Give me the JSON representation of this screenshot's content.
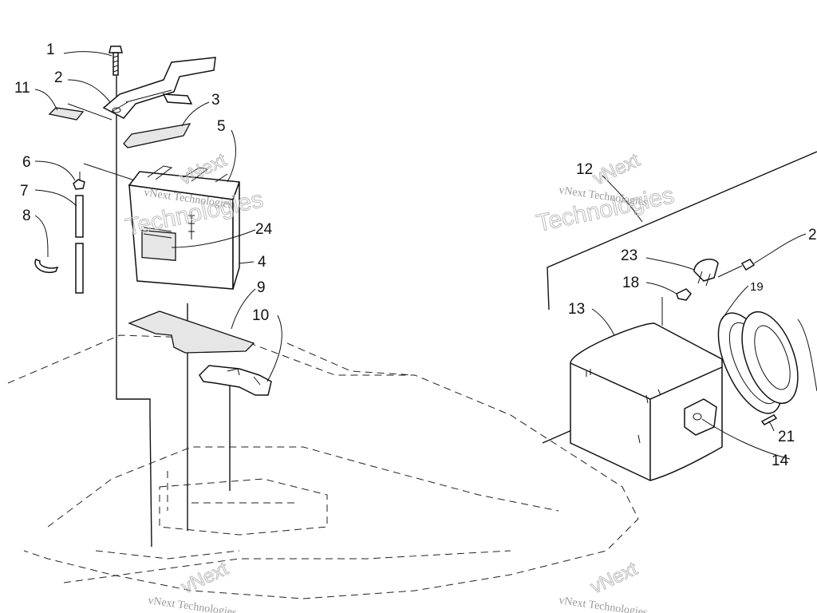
{
  "callouts": {
    "c1": "1",
    "c2": "2",
    "c3": "3",
    "c4": "4",
    "c5": "5",
    "c6": "6",
    "c7": "7",
    "c8": "8",
    "c9": "9",
    "c10": "10",
    "c11": "11",
    "c12": "12",
    "c13": "13",
    "c14": "14",
    "c18": "18",
    "c19": "19",
    "c2r": "2",
    "c21": "21",
    "c23": "23",
    "c24": "24"
  },
  "watermark": {
    "small": "vNext Technologies",
    "big": "Technologies",
    "brand": "vNext"
  }
}
